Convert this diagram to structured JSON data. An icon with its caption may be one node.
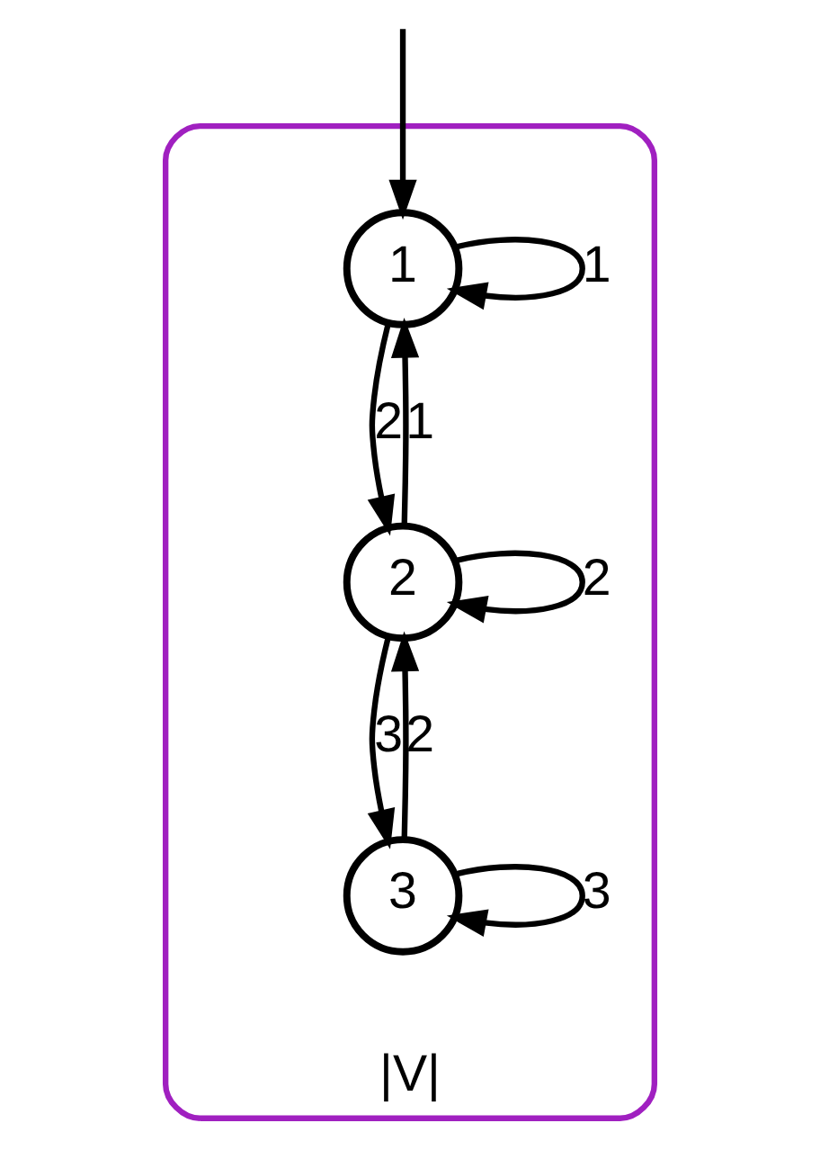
{
  "diagram": {
    "nodes": [
      {
        "text": [
          "|V|"
        ]
      },
      {
        "text": [
          "1"
        ],
        "in": 0
      },
      {
        "text": [
          "2"
        ],
        "in": 0
      },
      {
        "text": [
          "3"
        ],
        "in": 0
      }
    ],
    "edges": [
      {
        "from": 1,
        "to": 1,
        "label": "1",
        "arrow": "to"
      },
      {
        "from": null,
        "to": 1,
        "arrow": "to"
      },
      {
        "from": 1,
        "to": 2,
        "label": "2",
        "arrow": "to"
      },
      {
        "from": 2,
        "to": 1,
        "label": "1",
        "arrow": "to"
      },
      {
        "from": 2,
        "to": 2,
        "label": "2",
        "arrow": "to"
      },
      {
        "from": 2,
        "to": 3,
        "label": "3",
        "arrow": "to"
      },
      {
        "from": 3,
        "to": 2,
        "label": "2",
        "arrow": "to"
      },
      {
        "from": 3,
        "to": 3,
        "label": "3",
        "arrow": "to"
      }
    ]
  }
}
